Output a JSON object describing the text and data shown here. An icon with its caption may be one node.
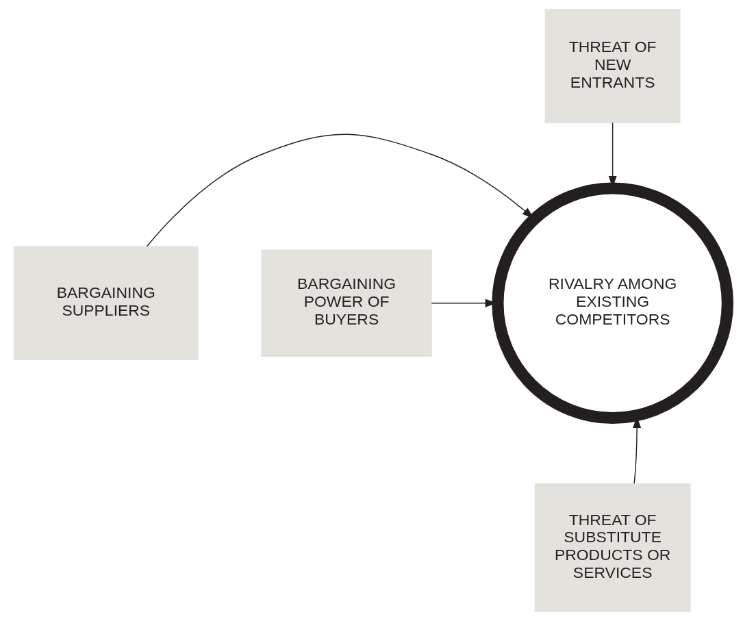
{
  "diagram": {
    "nodes": [
      {
        "text": [
          "THREAT OF NEW ENTRANTS"
        ]
      },
      {
        "text": [
          "BARGAINING SUPPLIERS"
        ]
      },
      {
        "text": [
          "RIVALRY AMONG EXISTING COMPETITORS"
        ]
      },
      {
        "text": [
          "BARGAINING POWER OF BUYERS"
        ]
      },
      {
        "text": [
          "THREAT OF SUBSTITUTE PRODUCTS OR SERVICES"
        ]
      }
    ],
    "edges": [
      {
        "from": 0,
        "to": 2,
        "arrow": "to"
      },
      {
        "from": 1,
        "to": 2,
        "arrow": "to"
      },
      {
        "from": 3,
        "to": 2,
        "arrow": "to"
      },
      {
        "from": 4,
        "to": 2,
        "arrow": "to"
      }
    ]
  }
}
